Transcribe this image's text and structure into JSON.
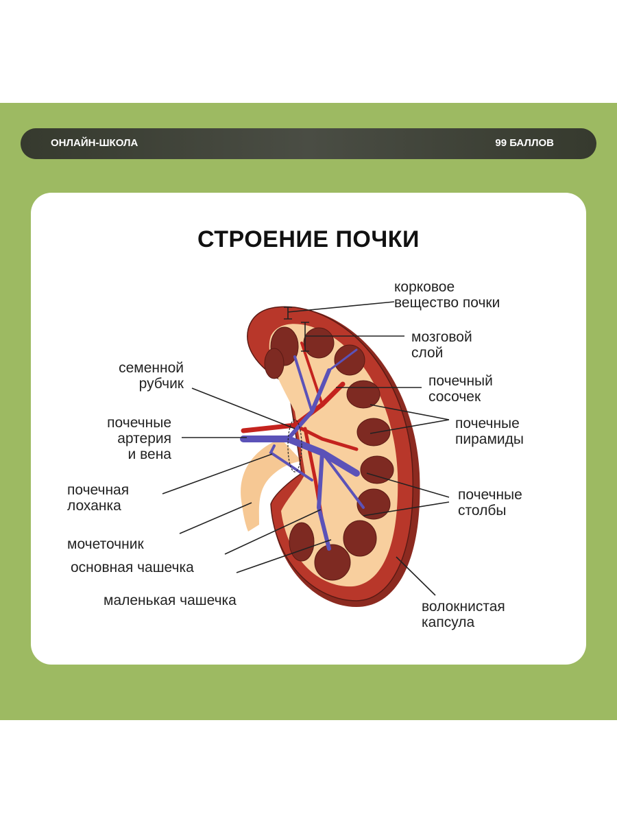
{
  "header": {
    "school": "ОНЛАЙН-ШКОЛА",
    "brand": "99 БАЛЛОВ"
  },
  "title": "СТРОЕНИЕ ПОЧКИ",
  "labels": {
    "cortex": [
      "корковое",
      "вещество почки"
    ],
    "medulla": [
      "мозговой",
      "слой"
    ],
    "papilla": [
      "почечный",
      "сосочек"
    ],
    "pyramids": [
      "почечные",
      "пирамиды"
    ],
    "columns": [
      "почечные",
      "столбы"
    ],
    "capsule": [
      "волокнистая",
      "капсула"
    ],
    "sinus": [
      "семенной",
      "рубчик"
    ],
    "vessels": [
      "почечные",
      "артерия",
      "и вена"
    ],
    "pelvis": [
      "почечная",
      "лоханка"
    ],
    "ureter": "мочеточник",
    "major_calyx": "основная чашечка",
    "minor_calyx": "маленькая чашечка"
  },
  "colors": {
    "background": "#9dba62",
    "bar": "#3f4238",
    "cortex": "#b8372a",
    "pyramid": "#7e2a22",
    "medulla": "#f8cf9e",
    "vein": "#5b52b8",
    "artery": "#c4231e"
  }
}
